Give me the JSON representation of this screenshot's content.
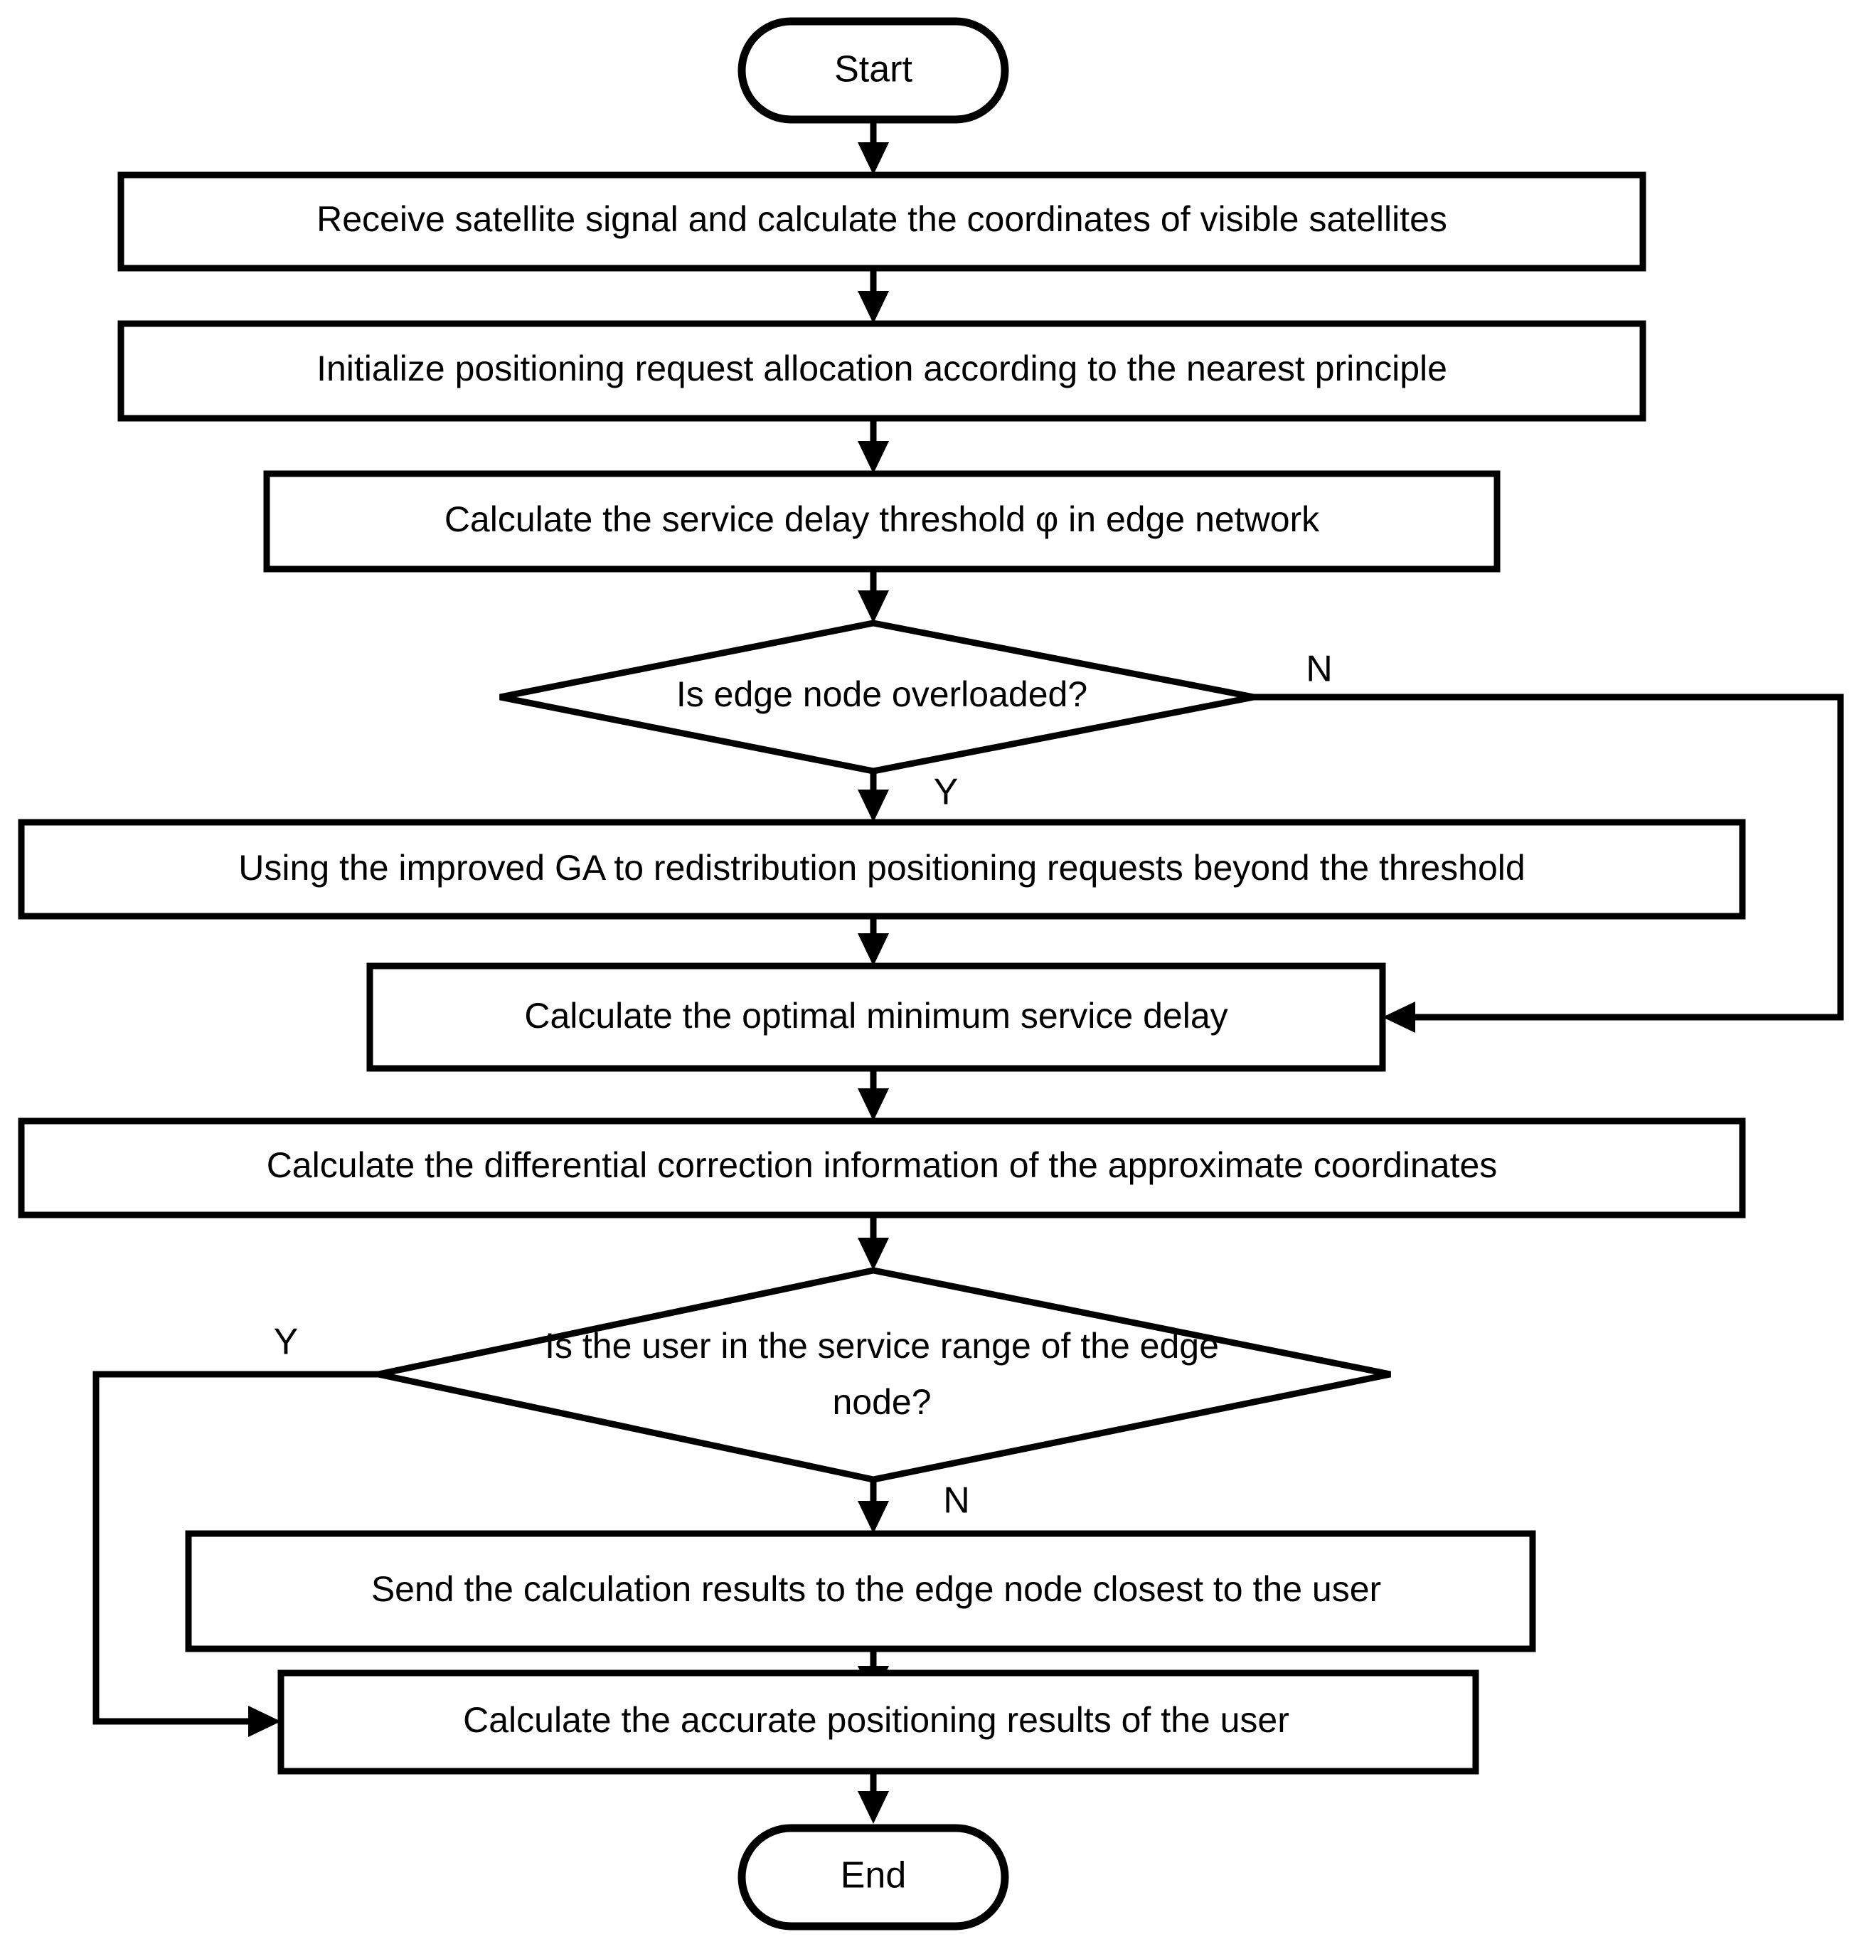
{
  "diagram": {
    "type": "flowchart",
    "title": "Edge-network assisted satellite positioning process",
    "colors": {
      "stroke": "#000000",
      "fill": "#ffffff",
      "background": "#ffffff"
    },
    "nodes": {
      "start": {
        "shape": "terminator",
        "label": "Start"
      },
      "receive_signal": {
        "shape": "process",
        "label": "Receive satellite signal and calculate the coordinates of visible satellites"
      },
      "initialize_allocation": {
        "shape": "process",
        "label": "Initialize positioning request allocation according to the nearest principle"
      },
      "calc_threshold": {
        "shape": "process",
        "label": "Calculate the service delay threshold φ in edge network"
      },
      "decision_overloaded": {
        "shape": "decision",
        "label": "Is edge node overloaded?"
      },
      "improved_ga": {
        "shape": "process",
        "label": "Using the improved GA to redistribution positioning requests beyond the threshold"
      },
      "calc_min_delay": {
        "shape": "process",
        "label": "Calculate the optimal minimum service delay"
      },
      "calc_differential": {
        "shape": "process",
        "label": "Calculate the differential correction information of the approximate coordinates"
      },
      "decision_service_range": {
        "shape": "decision",
        "label_line1": "Is the user in the service range of the edge",
        "label_line2": "node?"
      },
      "send_results": {
        "shape": "process",
        "label": "Send the calculation results to the edge node closest to the user"
      },
      "calc_accurate": {
        "shape": "process",
        "label": "Calculate the accurate positioning results of the user"
      },
      "end": {
        "shape": "terminator",
        "label": "End"
      }
    },
    "branch_labels": {
      "overloaded_no": "N",
      "overloaded_yes": "Y",
      "service_range_yes": "Y",
      "service_range_no": "N"
    },
    "edges": [
      {
        "from": "start",
        "to": "receive_signal",
        "label": ""
      },
      {
        "from": "receive_signal",
        "to": "initialize_allocation",
        "label": ""
      },
      {
        "from": "initialize_allocation",
        "to": "calc_threshold",
        "label": ""
      },
      {
        "from": "calc_threshold",
        "to": "decision_overloaded",
        "label": ""
      },
      {
        "from": "decision_overloaded",
        "to": "improved_ga",
        "label": "Y"
      },
      {
        "from": "decision_overloaded",
        "to": "calc_min_delay",
        "label": "N"
      },
      {
        "from": "improved_ga",
        "to": "calc_min_delay",
        "label": ""
      },
      {
        "from": "calc_min_delay",
        "to": "calc_differential",
        "label": ""
      },
      {
        "from": "calc_differential",
        "to": "decision_service_range",
        "label": ""
      },
      {
        "from": "decision_service_range",
        "to": "send_results",
        "label": "N"
      },
      {
        "from": "decision_service_range",
        "to": "calc_accurate",
        "label": "Y"
      },
      {
        "from": "send_results",
        "to": "calc_accurate",
        "label": ""
      },
      {
        "from": "calc_accurate",
        "to": "end",
        "label": ""
      }
    ]
  }
}
